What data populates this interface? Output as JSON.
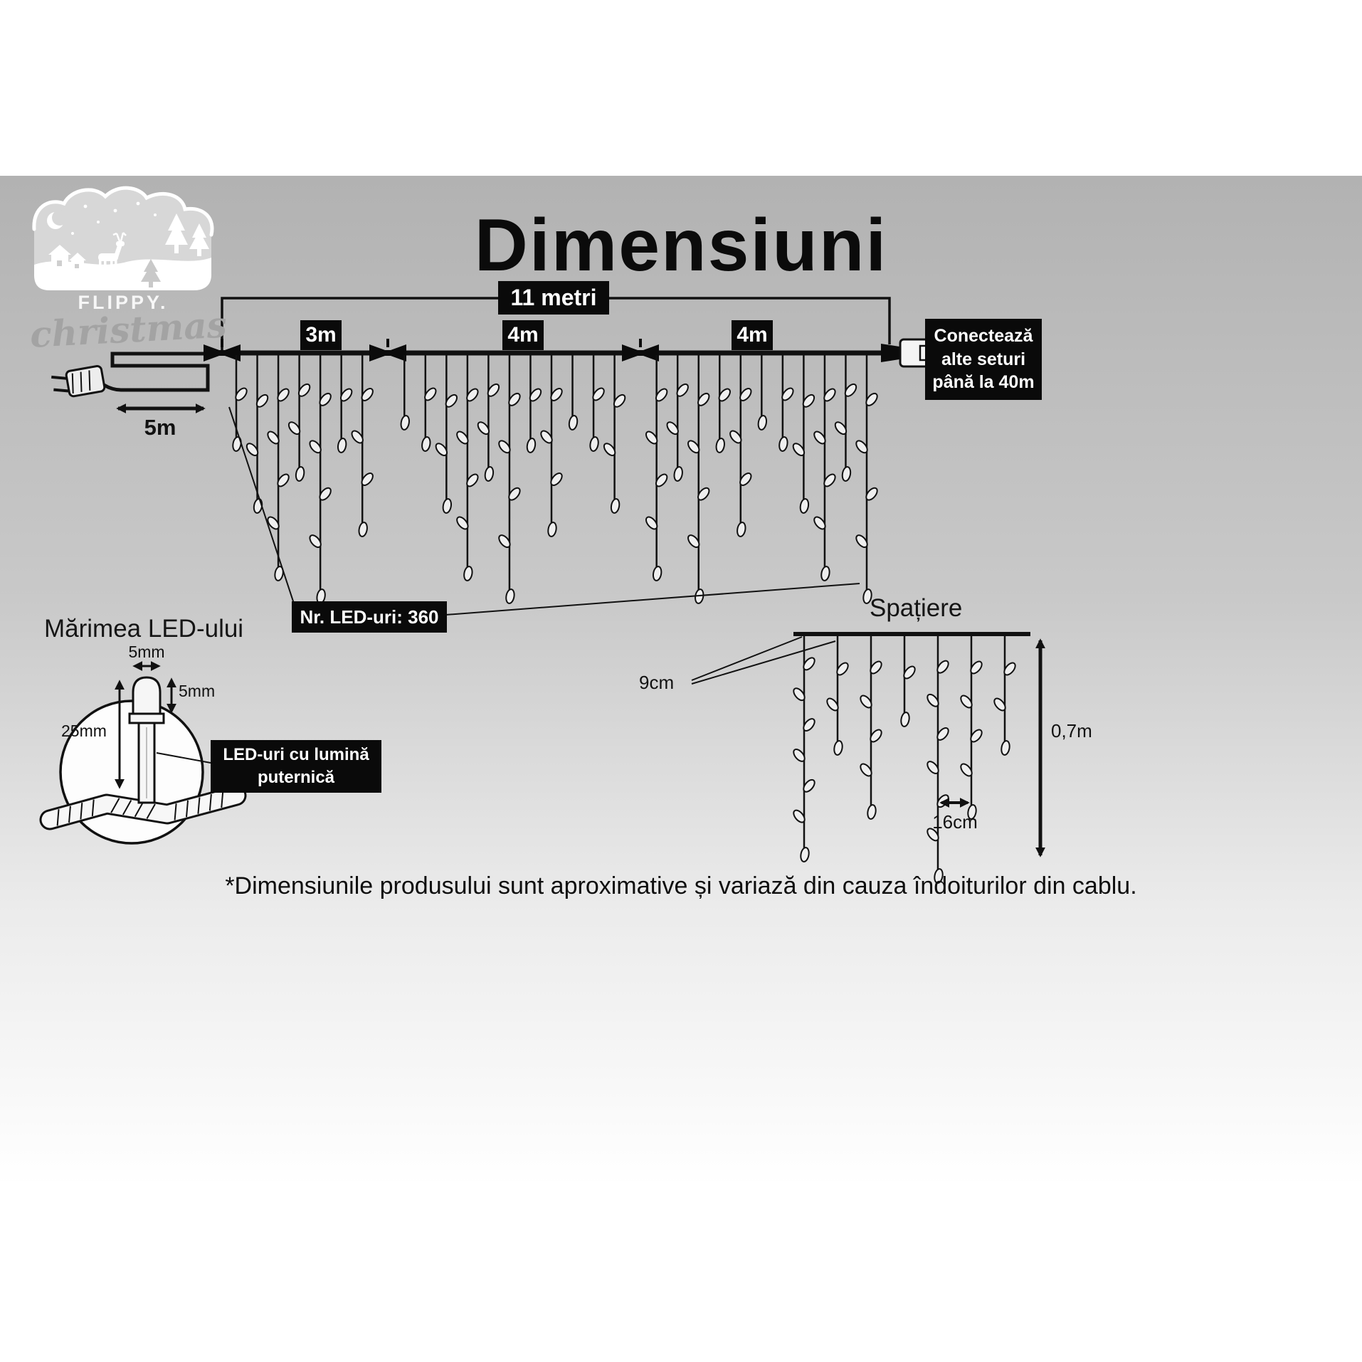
{
  "header": {
    "title": "Dimensiuni"
  },
  "logo": {
    "brand": "FLIPPY.",
    "script": "christmas"
  },
  "string_diagram": {
    "total_label": "11 metri",
    "segment_labels": [
      "3m",
      "4m",
      "4m"
    ],
    "lead_label": "5m",
    "connect_note": "Conectează alte seturi până la 40m",
    "led_count_label": "Nr. LED-uri: 360"
  },
  "led_size": {
    "title": "Mărimea LED-ului",
    "cap_width": "5mm",
    "cap_height": "5mm",
    "total_length": "25mm",
    "note": "LED-uri cu lumină puternică"
  },
  "spacing": {
    "title": "Spațiere",
    "drop_gap": "9cm",
    "led_gap": "16cm",
    "drop_length": "0,7m"
  },
  "footnote": "*Dimensiunile produsului sunt aproximative și variază din cauza îndoiturilor din cablu."
}
